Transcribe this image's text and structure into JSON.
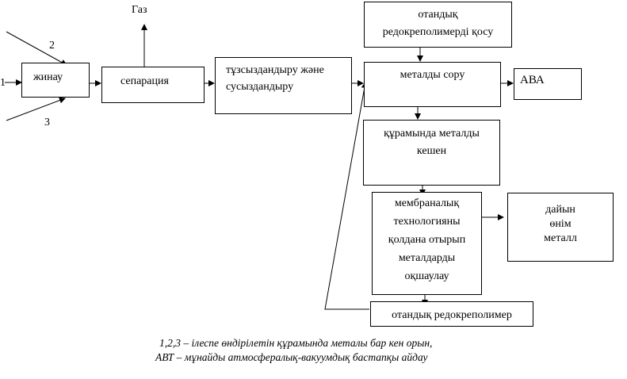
{
  "labels": {
    "input_1": "1",
    "input_2": "2",
    "input_3": "3",
    "gas": "Газ"
  },
  "boxes": {
    "collection": "жинау",
    "separation": "сепарация",
    "desalt_line1": "тұзсыздандыру және",
    "desalt_line2": "сусыздандыру",
    "add_redox_line1": "отандық",
    "add_redox_line2": "редокреполимерді қосу",
    "metal_sorption": "металды сору",
    "ava": "АВА",
    "complex_line1": "құрамында металды",
    "complex_line2": "кешен",
    "membrane_line1": "мембраналық",
    "membrane_line2": "технологияны",
    "membrane_line3": "қолдана отырып",
    "membrane_line4": "металдарды",
    "membrane_line5": "оқшаулау",
    "product_line1": "дайын",
    "product_line2": "өнім",
    "product_line3": "металл",
    "domestic_redox": "отандық редокреполимер"
  },
  "caption": {
    "line1": "1,2,3 – ілеспе өндірілетін құрамында металы бар кен орын,",
    "line2": "АВТ – мұнайды атмосфералық-вакуумдық бастапқы айдау"
  }
}
